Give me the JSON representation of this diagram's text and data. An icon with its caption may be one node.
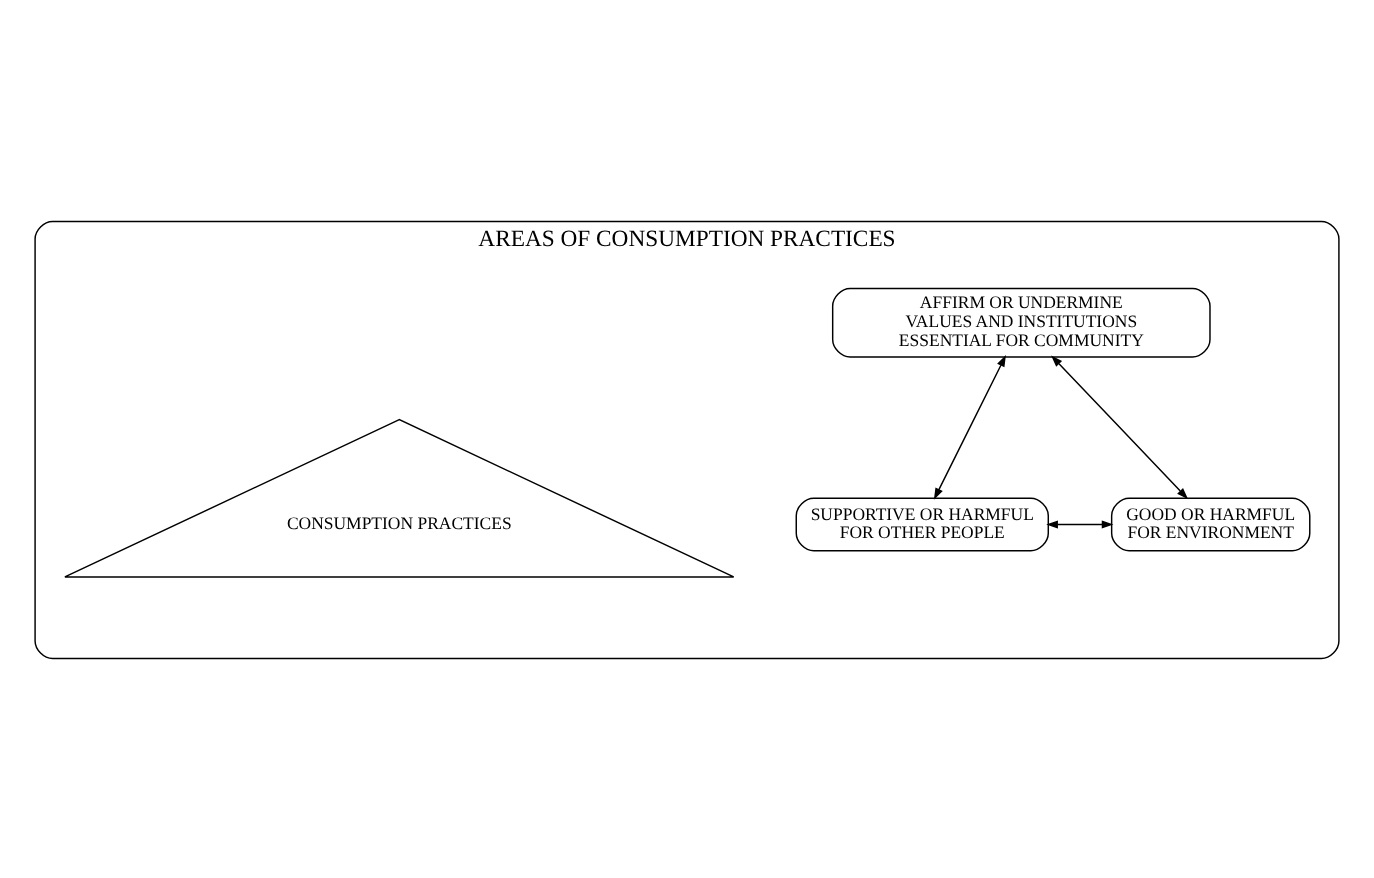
{
  "diagram": {
    "nodes": [
      {
        "text": [
          "AREAS OF CONSUMPTION PRACTICES"
        ]
      },
      {
        "text": [
          "AFFIRM OR UNDERMINE VALUES AND INSTITUTIONS ESSENTIAL FOR COMMUNITY"
        ],
        "in": 0
      },
      {
        "text": [
          "CONSUMPTION PRACTICES"
        ],
        "in": 0
      },
      {
        "text": [
          "SUPPORTIVE OR HARMFUL FOR OTHER PEOPLE"
        ],
        "in": 0
      },
      {
        "text": [
          "GOOD OR HARMFUL FOR ENVIRONMENT"
        ],
        "in": 0
      }
    ],
    "edges": [
      {
        "from": 1,
        "to": 3,
        "arrow": "both"
      },
      {
        "from": 1,
        "to": 4,
        "arrow": "both"
      },
      {
        "from": 3,
        "to": 4,
        "arrow": "both"
      }
    ]
  }
}
